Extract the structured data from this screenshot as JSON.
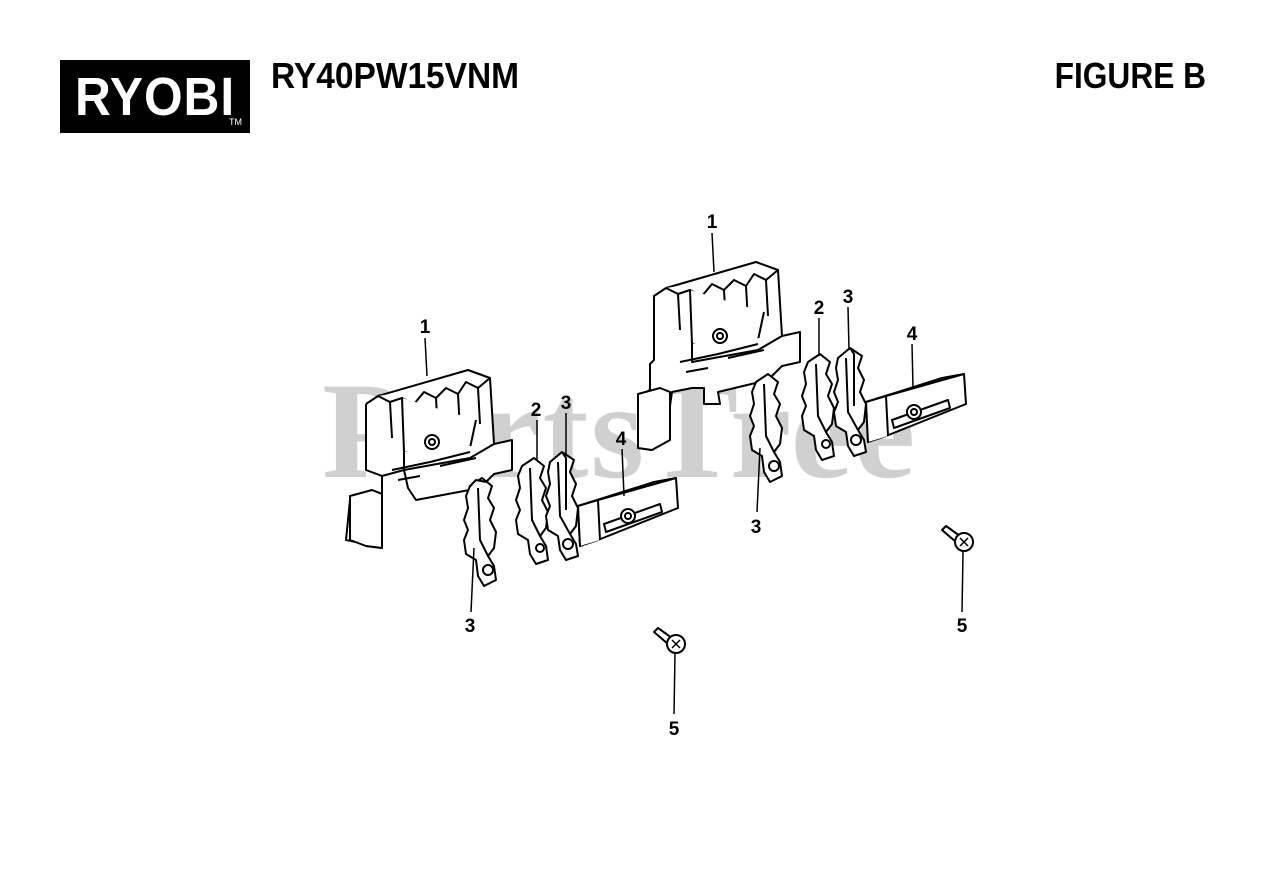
{
  "brand": "RYOBI",
  "brand_mark": "TM",
  "model": "RY40PW15VNM",
  "figure": "FIGURE B",
  "watermark": "PartsTree",
  "callouts": {
    "left_holder": "1",
    "right_holder": "1",
    "left_terminal_2": "2",
    "left_terminal_3": "3",
    "left_terminal_3_lower": "3",
    "left_cover": "4",
    "right_terminal_2": "2",
    "right_terminal_3": "3",
    "right_terminal_3_lower": "3",
    "right_cover": "4",
    "screw_right": "5",
    "screw_bottom": "5"
  }
}
